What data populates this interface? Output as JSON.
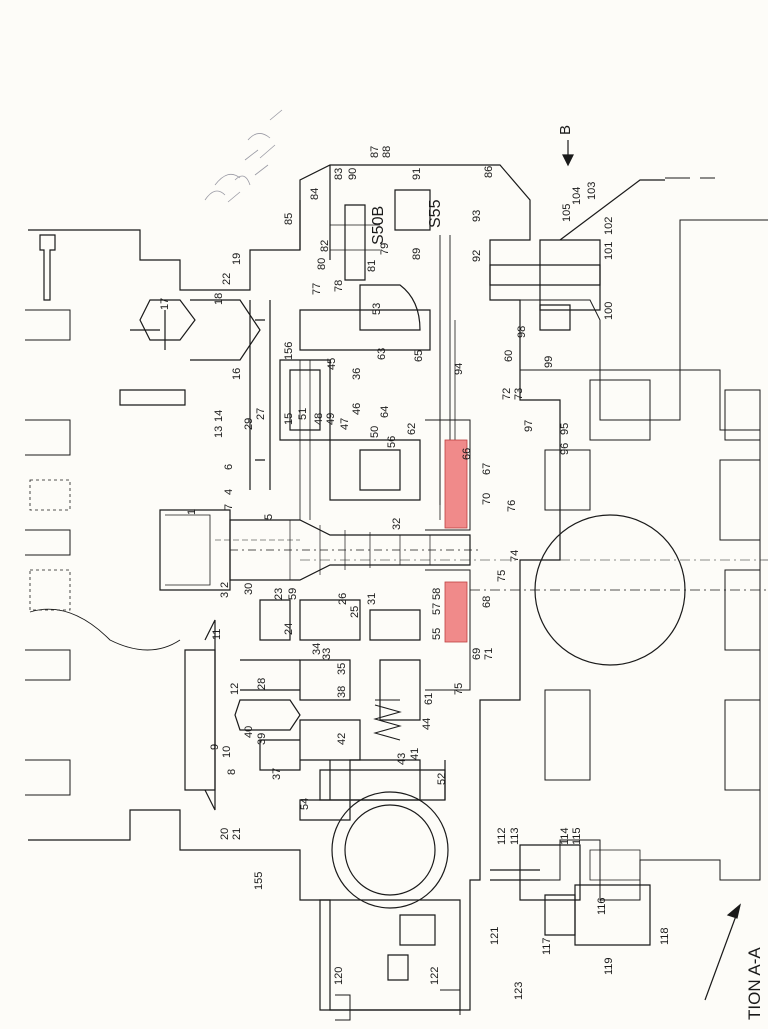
{
  "labels": {
    "l1": "1",
    "l2": "2",
    "l3": "3",
    "l4": "4",
    "l5": "5",
    "l6": "6",
    "l7": "7",
    "l8": "8",
    "l9": "9",
    "l10": "10",
    "l11": "11",
    "l12": "12",
    "l13": "13",
    "l14": "14",
    "l15": "15",
    "l16": "16",
    "l17": "17",
    "l18": "18",
    "l19": "19",
    "l20": "20",
    "l21": "21",
    "l22": "22",
    "l23": "23",
    "l24": "24",
    "l25": "25",
    "l26": "26",
    "l27": "27",
    "l28": "28",
    "l29": "29",
    "l30": "30",
    "l31": "31",
    "l32": "32",
    "l33": "33",
    "l34": "34",
    "l35": "35",
    "l36": "36",
    "l37": "37",
    "l38": "38",
    "l39": "39",
    "l40": "40",
    "l41": "41",
    "l42": "42",
    "l43": "43",
    "l44": "44",
    "l45": "45",
    "l46": "46",
    "l47": "47",
    "l48": "48",
    "l49": "49",
    "l50": "50",
    "l51": "51",
    "l52": "52",
    "l53": "53",
    "l54": "54",
    "l55": "55",
    "l56": "56",
    "l57": "57",
    "l58": "58",
    "l59": "59",
    "l60": "60",
    "l61": "61",
    "l62": "62",
    "l63": "63",
    "l64": "64",
    "l65": "65",
    "l66": "66",
    "l67": "67",
    "l68": "68",
    "l69": "69",
    "l70": "70",
    "l71": "71",
    "l72": "72",
    "l73": "73",
    "l74": "74",
    "l75": "75",
    "l75b": "75",
    "l76": "76",
    "l77": "77",
    "l78": "78",
    "l79": "79",
    "l80": "80",
    "l81": "81",
    "l82": "82",
    "l83": "83",
    "l84": "84",
    "l85": "85",
    "l86": "86",
    "l87": "87",
    "l88": "88",
    "l89": "89",
    "l90": "90",
    "l91": "91",
    "l92": "92",
    "l93": "93",
    "l94": "94",
    "l95": "95",
    "l96": "96",
    "l97": "97",
    "l98": "98",
    "l99": "99",
    "l100": "100",
    "l101": "101",
    "l102": "102",
    "l103": "103",
    "l104": "104",
    "l105": "105",
    "l112": "112",
    "l113": "113",
    "l114": "114",
    "l115": "115",
    "l116": "116",
    "l117": "117",
    "l118": "118",
    "l119": "119",
    "l120": "120",
    "l121": "121",
    "l122": "122",
    "l123": "123",
    "l155": "155",
    "l156": "156"
  },
  "markers": {
    "s50b": "S50B",
    "s55": "S55",
    "view_b": "B"
  },
  "section_title": "TION A-A",
  "colors": {
    "ink": "#1a1a1a",
    "highlight": "#f08a8a",
    "paper": "#fdfcf8"
  }
}
